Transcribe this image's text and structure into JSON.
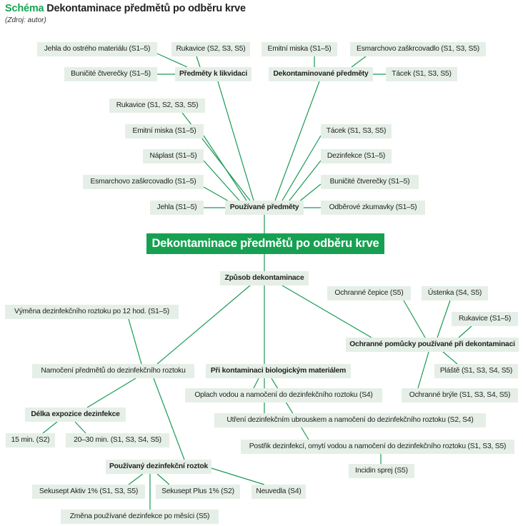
{
  "header": {
    "label": "Schéma",
    "title": "Dekontaminace předmětů po odběru krve",
    "source": "(Zdroj: autor)"
  },
  "center": "Dekontaminace předmětů po odběru krve",
  "colors": {
    "accent": "#17a052",
    "line": "#1a9a55",
    "box": "#e5efe7"
  },
  "top": {
    "likvidace": {
      "label": "Předměty k likvidaci",
      "items": [
        "Jehla do ostrého materiálu (S1–5)",
        "Rukavice (S2, S3, S5)",
        "Buničité čtverečky (S1–5)"
      ]
    },
    "dekontaminovane": {
      "label": "Dekontaminované předměty",
      "items": [
        "Emitní miska (S1–5)",
        "Esmarchovo zaškrcovadlo (S1, S3, S5)",
        "Tácek (S1, S3, S5)"
      ]
    },
    "pouzivane": {
      "label": "Používané předměty",
      "left": [
        "Rukavice (S1, S2, S3, S5)",
        "Emitní miska (S1–5)",
        "Náplast (S1–5)",
        "Esmarchovo zaškrcovadlo (S1–5)",
        "Jehla (S1–5)"
      ],
      "right": [
        "Tácek (S1, S3, S5)",
        "Dezinfekce (S1–5)",
        "Buničité čtverečky (S1–5)",
        "Odběrové zkumavky (S1–5)"
      ]
    }
  },
  "bottom": {
    "zpusob": "Způsob dekontaminace",
    "namoceni": {
      "label": "Namočení předmětů do dezinfekčního roztoku",
      "vymena": "Výměna dezinfekčního roztoku po 12 hod. (S1–5)"
    },
    "delka": {
      "label": "Délka expozice dezinfekce",
      "items": [
        "15 min. (S2)",
        "20–30 min. (S1, S3, S4, S5)"
      ]
    },
    "roztok": {
      "label": "Používaný dezinfekční roztok",
      "items": [
        "Sekusept Aktiv 1% (S1, S3, S5)",
        "Sekusept Plus 1% (S2)",
        "Neuvedla (S4)",
        "Změna používané dezinfekce po měsíci (S5)"
      ]
    },
    "kontaminace": {
      "label": "Při kontaminaci biologickým materiálem",
      "items": [
        "Oplach vodou a namočení do dezinfekčního roztoku (S4)",
        "Utření dezinfekčním ubrouskem a namočení do dezinfekčního roztoku (S2, S4)",
        "Postřik dezinfekcí, omytí vodou a namočení do dezinfekčního roztoku (S1, S3, S5)",
        "Incidin sprej (S5)"
      ]
    },
    "pomucky": {
      "label": "Ochranné pomůcky používané při dekontaminaci",
      "items": [
        "Ochranné čepice (S5)",
        "Ústenka (S4, S5)",
        "Rukavice (S1–5)",
        "Pláště (S1, S3, S4, S5)",
        "Ochranné brýle (S1, S3, S4, S5)"
      ]
    }
  }
}
